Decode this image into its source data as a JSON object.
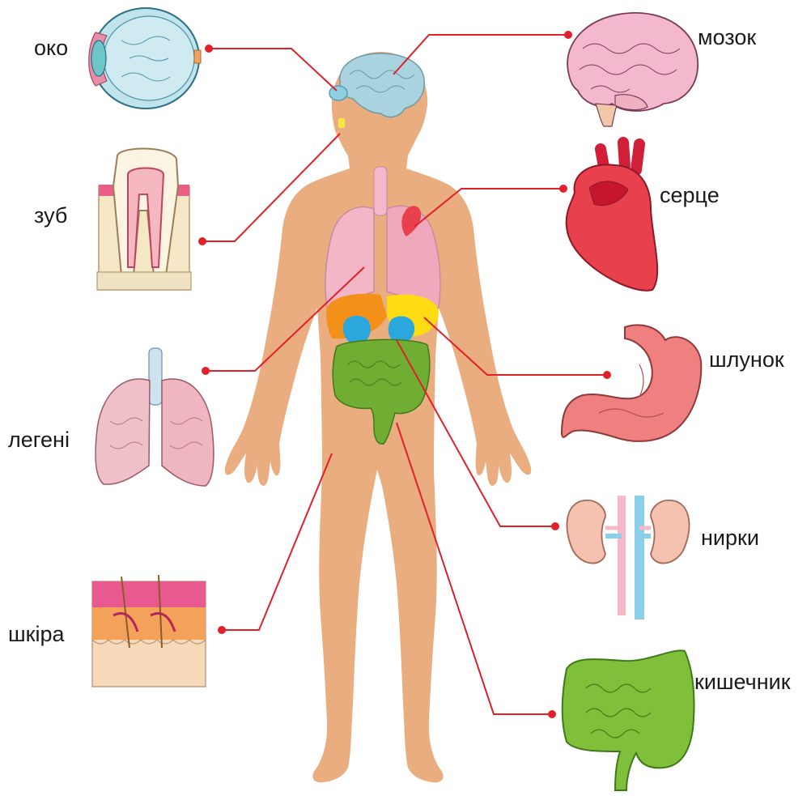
{
  "labels": {
    "eye": "око",
    "tooth": "зуб",
    "lungs": "легені",
    "skin": "шкіра",
    "brain": "мозок",
    "heart": "серце",
    "stomach": "шлунок",
    "kidneys": "нирки",
    "intestine": "кишечник"
  },
  "colors": {
    "body": "#e9ad7f",
    "leader": "#e1202a",
    "brain": "#a9d3de",
    "lungs": "#f2b6c6",
    "heart": "#e9404e",
    "liver": "#f3901a",
    "stomach": "#fddc14",
    "kidneys": "#2aa7dd",
    "intestine": "#6fae33",
    "brain_illustration": "#f3b7ce",
    "stomach_illustration": "#f07f80",
    "skin_epidermis": "#e85a8f",
    "skin_dermis": "#f4a15a",
    "skin_fat": "#f6d9b8"
  },
  "icons": [
    "eye-icon",
    "tooth-icon",
    "lungs-icon",
    "skin-icon",
    "brain-icon",
    "heart-icon",
    "stomach-icon",
    "kidneys-icon",
    "intestine-icon"
  ]
}
